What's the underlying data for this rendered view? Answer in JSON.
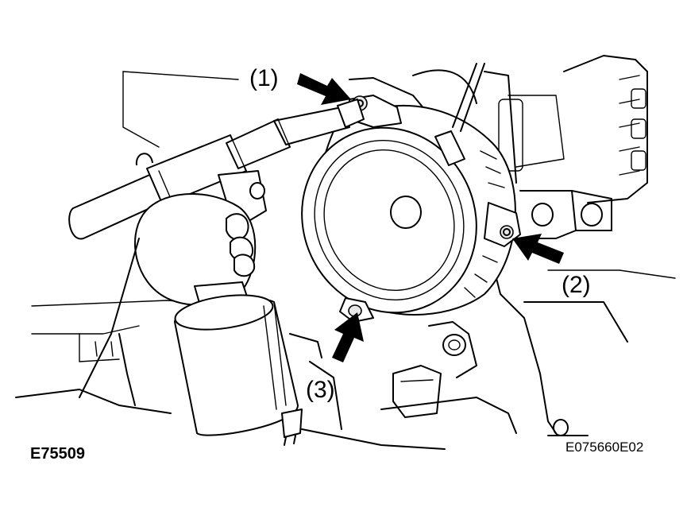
{
  "figure": {
    "left_code": "E75509",
    "right_code": "E075660E02"
  },
  "callouts": [
    {
      "id": "1",
      "label": "(1)"
    },
    {
      "id": "2",
      "label": "(2)"
    },
    {
      "id": "3",
      "label": "(3)"
    }
  ],
  "colors": {
    "line": "#000000",
    "background": "#ffffff",
    "shade": "#e8e8e8"
  }
}
